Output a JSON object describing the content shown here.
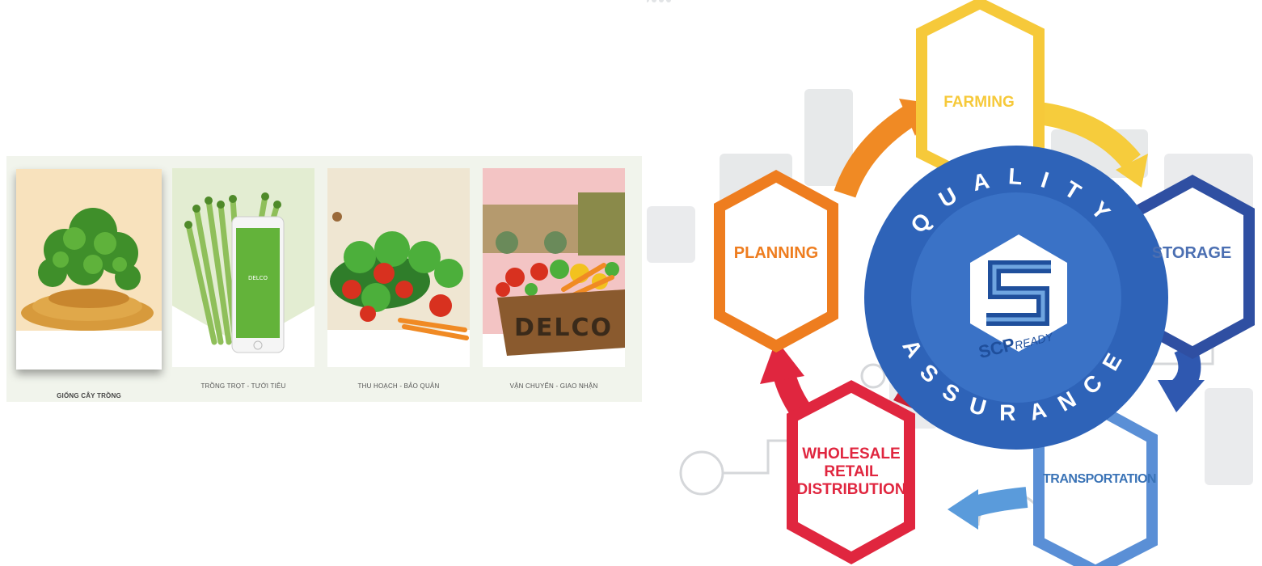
{
  "steps_strip": {
    "captions": [
      "GIỐNG CÂY TRỒNG",
      "TRỒNG TRỌT - TƯỚI TIÊU",
      "THU HOẠCH - BẢO QUẢN",
      "VẬN CHUYỂN - GIAO NHẬN"
    ],
    "phone_brand": "DELCO",
    "crate_brand": "DELCO"
  },
  "cycle": {
    "nodes": {
      "farming": "FARMING",
      "planning": "PLANNING",
      "storage": "STORAGE",
      "transportation": "TRANSPORTATION",
      "wholesale": [
        "WHOLESALE",
        "RETAIL",
        "DISTRIBUTION"
      ]
    },
    "center": {
      "ring_top": "QUALITY",
      "ring_bottom": "ASSURANCE",
      "logo_text_bold": "SCP",
      "logo_text_italic": "READY"
    },
    "colors": {
      "farming": "#f6c93a",
      "planning": "#ee7d1f",
      "storage": "#2f4fa2",
      "transportation": "#5a8fd6",
      "wholesale": "#e0263f",
      "center": "#2e63b8"
    }
  }
}
